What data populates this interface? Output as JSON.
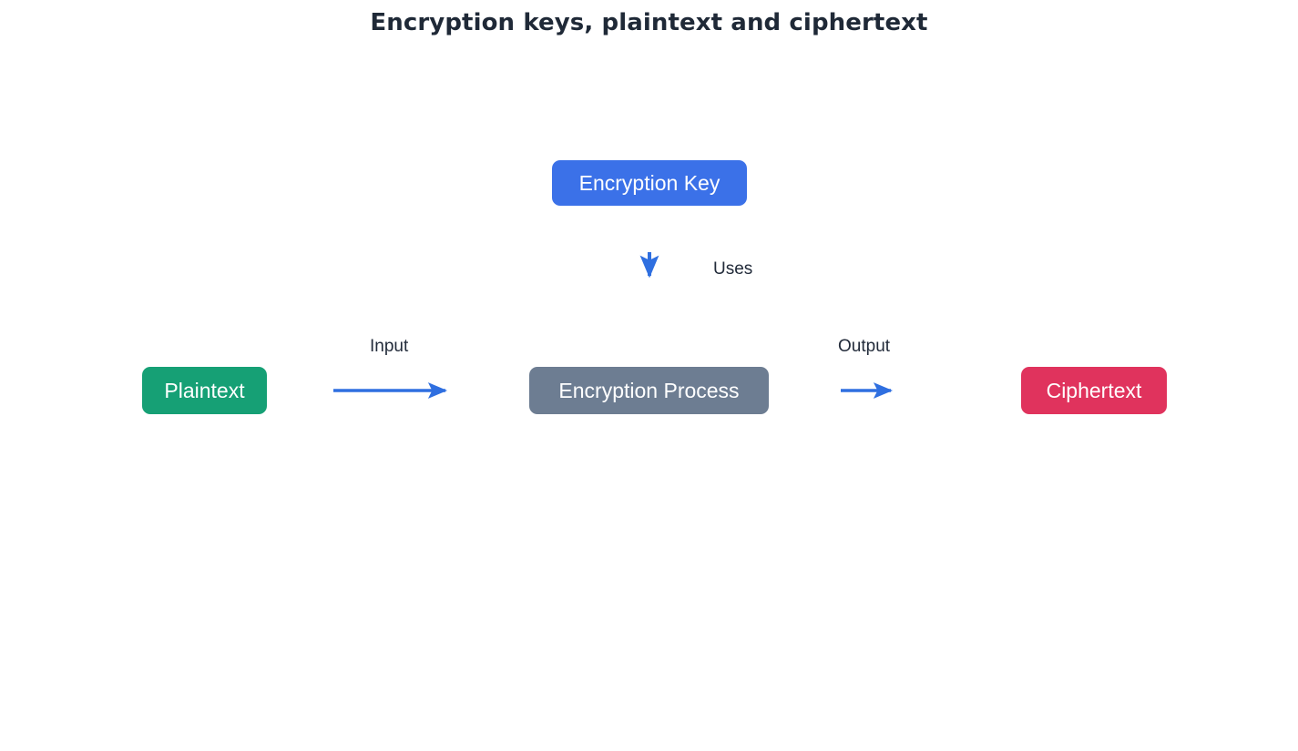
{
  "title": "Encryption keys, plaintext and ciphertext",
  "colors": {
    "title_text": "#1f2937",
    "key_node": "#3b71e8",
    "plaintext_node": "#16a075",
    "process_node": "#6d7d92",
    "ciphertext_node": "#e0335d",
    "arrow": "#2f6fe0",
    "label_text": "#222b3a",
    "node_text": "#ffffff",
    "background": "#ffffff"
  },
  "nodes": [
    {
      "id": "encryption-key",
      "label": "Encryption Key"
    },
    {
      "id": "plaintext",
      "label": "Plaintext"
    },
    {
      "id": "encryption-process",
      "label": "Encryption Process"
    },
    {
      "id": "ciphertext",
      "label": "Ciphertext"
    }
  ],
  "edges": [
    {
      "id": "key-to-process",
      "label": "Uses",
      "from": "encryption-key",
      "to": "encryption-process",
      "direction": "down"
    },
    {
      "id": "plaintext-to-process",
      "label": "Input",
      "from": "plaintext",
      "to": "encryption-process",
      "direction": "right"
    },
    {
      "id": "process-to-ciphertext",
      "label": "Output",
      "from": "encryption-process",
      "to": "ciphertext",
      "direction": "right"
    }
  ]
}
